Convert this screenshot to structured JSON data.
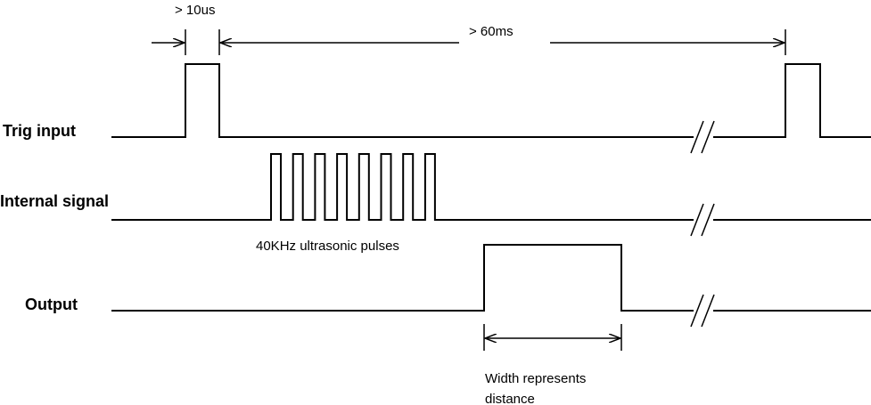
{
  "signals": {
    "trig_label": "Trig input",
    "internal_label": "Internal signal",
    "output_label": "Output"
  },
  "annotations": {
    "trig_pulse_width": "> 10us",
    "cycle_period": "> 60ms",
    "burst_label": "40KHz ultrasonic pulses",
    "output_width_line1": "Width represents",
    "output_width_line2": "distance"
  },
  "burst": {
    "pulse_count": 8
  }
}
